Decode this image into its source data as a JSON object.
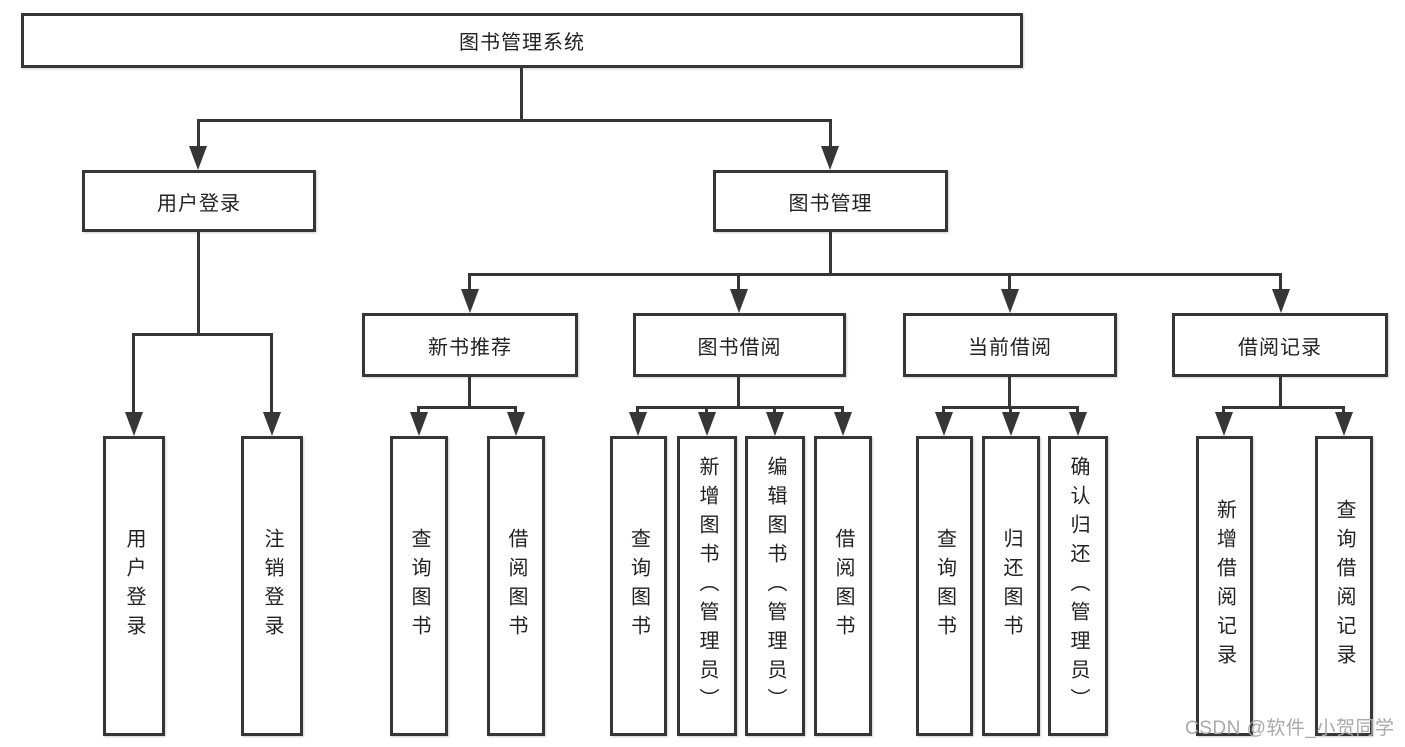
{
  "diagram": {
    "root": "图书管理系统",
    "level2": [
      "用户登录",
      "图书管理"
    ],
    "level3": [
      "新书推荐",
      "图书借阅",
      "当前借阅",
      "借阅记录"
    ],
    "leaves": {
      "user_login": [
        "用户登录",
        "注销登录"
      ],
      "new_book": [
        "查询图书",
        "借阅图书"
      ],
      "book_borrow": [
        "查询图书",
        "新增图书（管理员）",
        "编辑图书（管理员）",
        "借阅图书"
      ],
      "current_borrow": [
        "查询图书",
        "归还图书",
        "确认归还（管理员）"
      ],
      "borrow_record": [
        "新增借阅记录",
        "查询借阅记录"
      ]
    }
  },
  "colors": {
    "line": "#363636",
    "text": "#222222",
    "watermark": "#a9a9a9"
  },
  "watermark": {
    "text": "CSDN @软件_小贺同学"
  }
}
